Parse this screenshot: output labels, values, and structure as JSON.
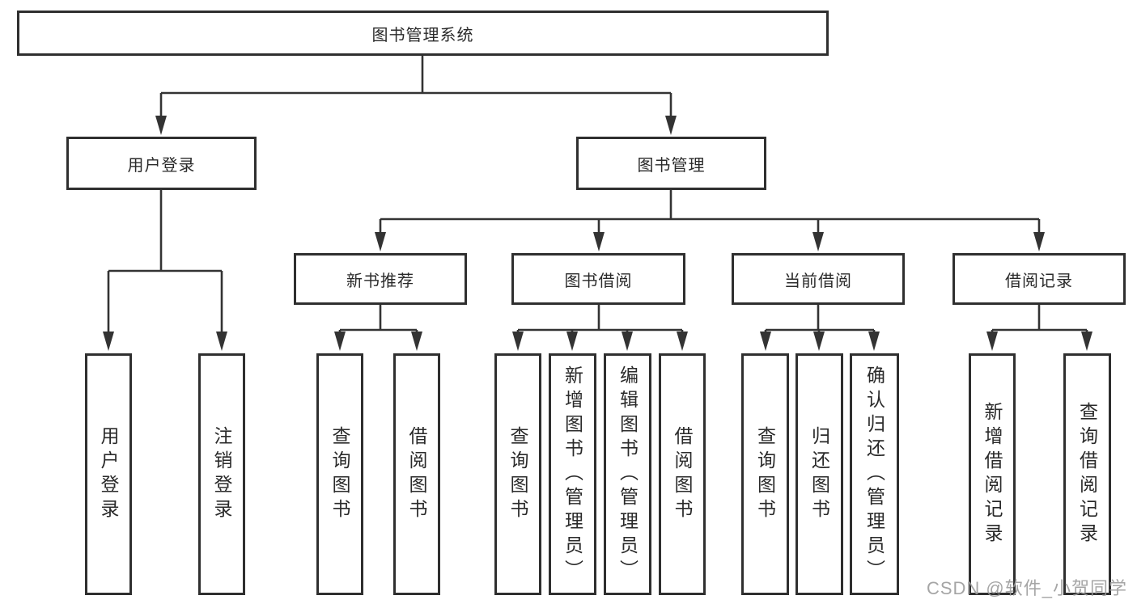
{
  "diagram": {
    "root": {
      "label": "图书管理系统"
    },
    "level1": [
      {
        "label": "用户登录",
        "children": [
          {
            "label": "用户登录"
          },
          {
            "label": "注销登录"
          }
        ]
      },
      {
        "label": "图书管理"
      }
    ],
    "level2": [
      {
        "label": "新书推荐",
        "children": [
          {
            "label": "查询图书"
          },
          {
            "label": "借阅图书"
          }
        ]
      },
      {
        "label": "图书借阅",
        "children": [
          {
            "label": "查询图书"
          },
          {
            "label": "新增图书（管理员）"
          },
          {
            "label": "编辑图书（管理员）"
          },
          {
            "label": "借阅图书"
          }
        ]
      },
      {
        "label": "当前借阅",
        "children": [
          {
            "label": "查询图书"
          },
          {
            "label": "归还图书"
          },
          {
            "label": "确认归还（管理员）"
          }
        ]
      },
      {
        "label": "借阅记录",
        "children": [
          {
            "label": "新增借阅记录"
          },
          {
            "label": "查询借阅记录"
          }
        ]
      }
    ]
  },
  "watermark": "CSDN @软件_小贺同学",
  "colors": {
    "line": "#333333",
    "border": "#2f2f2f",
    "text": "#2a2a2a",
    "watermark": "#9c9c9c",
    "background": "#ffffff"
  }
}
